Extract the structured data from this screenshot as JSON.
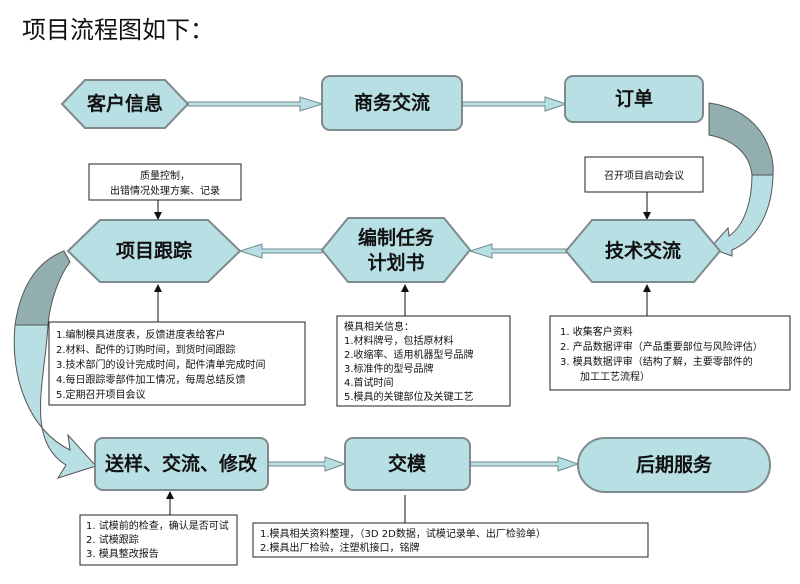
{
  "title": "项目流程图如下：",
  "colors": {
    "node_fill": "#b8dfe4",
    "node_border": "#7f8a8c",
    "curve_dark": "#93aeaf"
  },
  "nodes": {
    "customer_info": "客户信息",
    "business": "商务交流",
    "order": "订单",
    "tech": "技术交流",
    "plan_line1": "编制任务",
    "plan_line2": "计划书",
    "tracking": "项目跟踪",
    "sample": "送样、交流、修改",
    "delivery": "交模",
    "after_service": "后期服务"
  },
  "notes": {
    "kickoff": "召开项目启动会议",
    "quality": [
      "质量控制，",
      "出错情况处理方案、记录"
    ],
    "tracking": [
      "1.编制模具进度表，反馈进度表给客户",
      "2.材料、配件的订购时间，到货时间跟踪",
      "3.技术部门的设计完成时间，配件清单完成时间",
      "4.每日跟踪零部件加工情况，每周总结反馈",
      "5.定期召开项目会议"
    ],
    "mold_info": [
      "模具相关信息：",
      "1.材料牌号，包括原材料",
      "2.收缩率、适用机器型号品牌",
      "3.标准件的型号品牌",
      "4.首试时间",
      "5.模具的关键部位及关键工艺"
    ],
    "tech": [
      "1. 收集客户资料",
      "2. 产品数据评审（产品重要部位与风险评估）",
      "3. 模具数据评审（结构了解，主要零部件的",
      "加工工艺流程）"
    ],
    "sample": [
      "1. 试模前的检查，确认是否可试",
      "2. 试模跟踪",
      "3. 模具整改报告"
    ],
    "delivery": [
      "1.模具相关资料整理，（3D 2D数据，试模记录单、出厂检验单）",
      "2.模具出厂检验，注塑机接口，铭牌"
    ]
  }
}
